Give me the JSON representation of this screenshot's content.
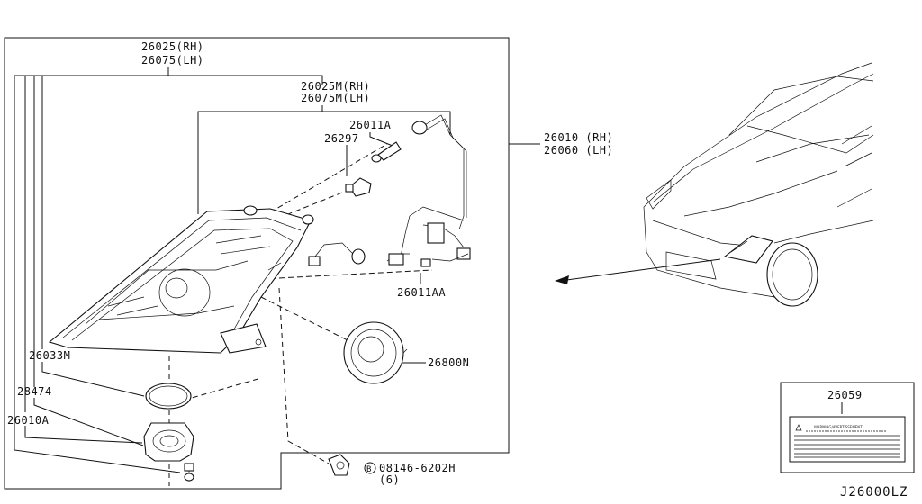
{
  "labels": {
    "headlamp_assy_rh": "26025(RH)",
    "headlamp_assy_lh": "26075(LH)",
    "housing_rh": "26025M(RH)",
    "housing_lh": "26075M(LH)",
    "socket": "26011A",
    "bulb": "26297",
    "headlamp_rh": "26010 (RH)",
    "headlamp_lh": "26060 (LH)",
    "harness": "26011AA",
    "projector": "26800N",
    "seal": "26033M",
    "gasket": "28474",
    "adjuster": "26010A",
    "bolt": "08146-6202H",
    "bolt_qty": "(6)",
    "bolt_marker": "B",
    "caution_label": "26059",
    "caution_label_title": "WARNING/AVERTISSEMENT",
    "diagram_code": "J26000LZ"
  }
}
